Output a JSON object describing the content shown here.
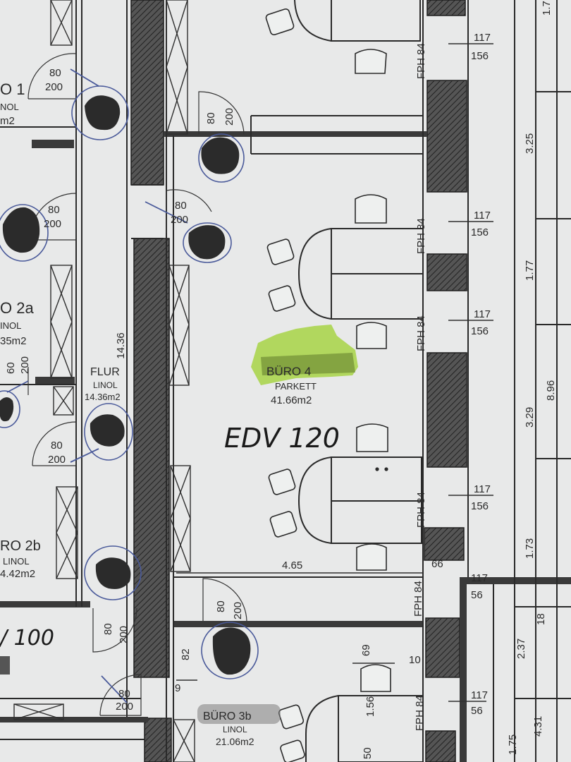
{
  "rooms": {
    "main": {
      "name": "BÜRO 4",
      "floor": "PARKETT",
      "area": "41.66m2"
    },
    "flur": {
      "name": "FLUR",
      "floor": "LINOL",
      "area": "14.36m2",
      "vertical_dim": "14.36"
    },
    "left_top": {
      "name": "O 1",
      "floor": "NOL",
      "area": "m2"
    },
    "left_2a": {
      "name": "O 2a",
      "floor": "INOL",
      "area": "35m2"
    },
    "left_2b": {
      "name": "RO 2b",
      "floor": "LINOL",
      "area": "4.42m2"
    },
    "bottom_3b": {
      "name": "BÜRO 3b",
      "floor": "LINOL",
      "area": "21.06m2"
    }
  },
  "handwritten": {
    "main_note": "EDV 120",
    "left_note": "/ 100"
  },
  "highlight_color": "#a8d44a",
  "doors": [
    {
      "w": "80",
      "h": "200"
    },
    {
      "w": "80",
      "h": "200"
    },
    {
      "w": "80",
      "h": "200"
    },
    {
      "w": "80",
      "h": "200"
    },
    {
      "w": "80",
      "h": "200"
    },
    {
      "w": "80",
      "h": "200"
    },
    {
      "w": "80",
      "h": "200"
    },
    {
      "w": "80",
      "h": "200"
    },
    {
      "w": "60",
      "h": "200"
    }
  ],
  "windows": [
    {
      "top": "117",
      "bottom": "156",
      "fph": "FPH 84"
    },
    {
      "top": "117",
      "bottom": "156",
      "fph": "FPH 84"
    },
    {
      "top": "117",
      "bottom": "156",
      "fph": "FPH 84"
    },
    {
      "top": "117",
      "bottom": "156",
      "fph": "FPH 84"
    },
    {
      "top": "117",
      "bottom": "56",
      "fph": "FPH 84"
    },
    {
      "top": "117",
      "bottom": "56",
      "fph": "FPH 84"
    }
  ],
  "dimensions": {
    "width_main": "4.65",
    "right": [
      "3.25",
      "1.77",
      "3.29",
      "8.96",
      "1.73",
      "2.37",
      "1.75",
      "4.31"
    ],
    "misc": [
      "82",
      "69",
      "1.56",
      "50",
      "18",
      "1.7",
      "10",
      "9",
      "66"
    ]
  }
}
